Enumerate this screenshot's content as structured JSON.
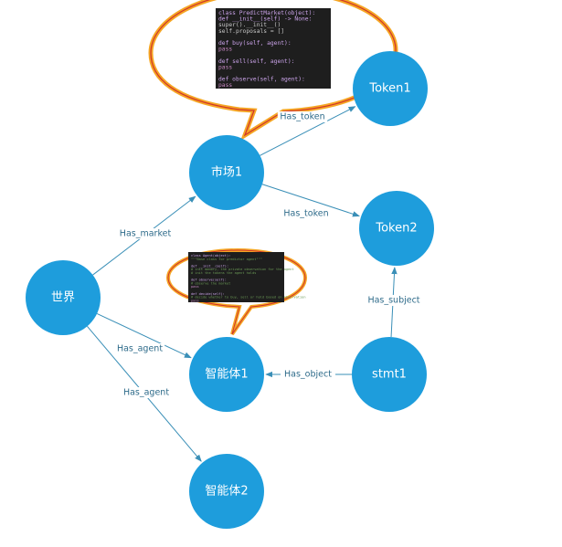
{
  "colors": {
    "node_fill": "#1e9ddc",
    "edge": "#3a8fb7",
    "edge_label": "#2e6b8a",
    "bubble_outer": "#f5a623",
    "bubble_inner": "#d0342c",
    "code_bg": "#1e1e1e"
  },
  "nodes": [
    {
      "id": "world",
      "label": "世界"
    },
    {
      "id": "market1",
      "label": "市场1"
    },
    {
      "id": "token1",
      "label": "Token1"
    },
    {
      "id": "token2",
      "label": "Token2"
    },
    {
      "id": "agent1",
      "label": "智能体1"
    },
    {
      "id": "agent2",
      "label": "智能体2"
    },
    {
      "id": "stmt1",
      "label": "stmt1"
    }
  ],
  "edges": [
    {
      "from": "world",
      "to": "market1",
      "label": "Has_market"
    },
    {
      "from": "market1",
      "to": "token1",
      "label": "Has_token"
    },
    {
      "from": "market1",
      "to": "token2",
      "label": "Has_token"
    },
    {
      "from": "world",
      "to": "agent1",
      "label": "Has_agent"
    },
    {
      "from": "world",
      "to": "agent2",
      "label": "Has_agent"
    },
    {
      "from": "stmt1",
      "to": "agent1",
      "label": "Has_object"
    },
    {
      "from": "stmt1",
      "to": "token2",
      "label": "Has_subject"
    }
  ],
  "callouts": {
    "market": {
      "attached_to": "market1",
      "code_lines": [
        "class PredictMarket(object):",
        "    def __init__(self) -> None:",
        "        super().__init__()",
        "        self.proposals = []",
        "",
        "    def buy(self, agent):",
        "        pass",
        "",
        "    def sell(self, agent):",
        "        pass",
        "",
        "    def observe(self, agent):",
        "        pass"
      ]
    },
    "agent": {
      "attached_to": "agent1",
      "code_lines": [
        "class Agent(object):",
        "    \"\"\"Base class for predictor agent\"\"\"",
        "",
        "    def __init__(self):",
        "        # init memory, the private observation for the agent",
        "        # init the tokens the agent holds",
        "",
        "    def observe(self):",
        "        # observe the market",
        "        pass",
        "",
        "    def decide(self):",
        "        # decide whether to buy, sell or hold based on observation",
        "        pass"
      ]
    }
  }
}
